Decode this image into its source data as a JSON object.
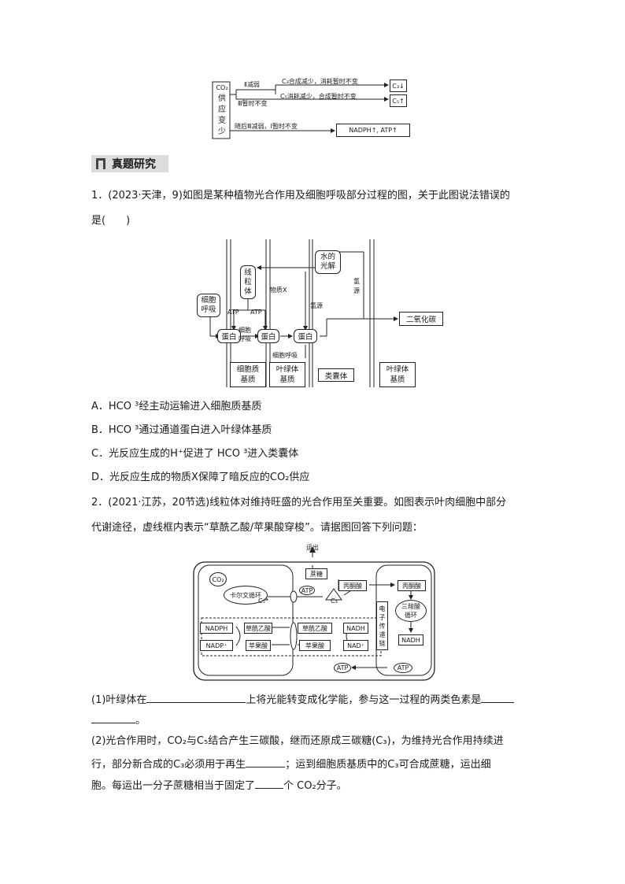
{
  "top_diagram": {
    "left_box": [
      "CO₂",
      "供",
      "应",
      "变",
      "少"
    ],
    "branch1": "Ⅱ减弱",
    "branch2": "Ⅲ暂时不变",
    "branch3": "随后Ⅲ减弱，Ⅰ暂时不变",
    "c3_line": "C₃合成减少，消耗暂时不变",
    "c5_line": "C₅消耗减少，合成暂时不变",
    "c3_result": "C₃↓",
    "c5_result": "C₅↑",
    "nadph_result": "NADPH↑, ATP↑"
  },
  "section": {
    "title": "真题研究"
  },
  "q1": {
    "stem_line1": "1．(2023·天津，9)如图是某种植物光合作用及细胞呼吸部分过程的图，关于此图说法错误的",
    "stem_line2": "是(　　)",
    "diagram": {
      "respiration_box": [
        "细胞",
        "呼吸"
      ],
      "mitochondrion": [
        "线",
        "粒",
        "体"
      ],
      "water_photolysis": [
        "水的",
        "光解"
      ],
      "substance_x": "物质X",
      "hydrogen_source1": "氢源",
      "hydrogen_source2": [
        "氢",
        "源"
      ],
      "atp1": "ATP",
      "atp2": "ATP",
      "protein1": "蛋白",
      "protein2": "蛋白",
      "protein3": "蛋白",
      "resp_mid": [
        "细胞",
        "呼吸"
      ],
      "resp_bottom": "细胞呼吸",
      "co2": "二氧化碳",
      "label_cytoplasm": [
        "细胞质",
        "基质"
      ],
      "label_chloro_stroma": [
        "叶绿体",
        "基质"
      ],
      "label_thylakoid": "类囊体",
      "label_chloro_stroma2": [
        "叶绿体",
        "基质"
      ]
    },
    "options": [
      "A．HCO ³经主动运输进入细胞质基质",
      "B．HCO ³通过通道蛋白进入叶绿体基质",
      "C．光反应生成的H⁺促进了 HCO ³进入类囊体",
      "D．光反应生成的物质X保障了暗反应的CO₂供应"
    ]
  },
  "q2": {
    "stem_line1": "2．(2021·江苏，20节选)线粒体对维持旺盛的光合作用至关重要。如图表示叶肉细胞中部分",
    "stem_line2": "代谢途径，虚线框内表示“草酰乙酸/苹果酸穿梭”。请据图回答下列问题：",
    "diagram": {
      "export": "运出",
      "sucrose": "蔗糖",
      "co2": "CO₂",
      "calvin": "卡尔文循环",
      "c5": "C₅",
      "c3": "C₃",
      "atp_a": "ATP",
      "pyruvate1": "丙酮酸",
      "pyruvate2": "丙酮酸",
      "etc": [
        "电",
        "子",
        "传",
        "递",
        "链"
      ],
      "tca": [
        "三羧酸",
        "循环"
      ],
      "nadph": "NADPH",
      "nadp": "NADP⁺",
      "oxaloacetate1": "草酰乙酸",
      "malate1": "苹果酸",
      "oxaloacetate2": "草酰乙酸",
      "malate2": "苹果酸",
      "nadh1": "NADH",
      "nad": "NAD⁺",
      "nadh2": "NADH",
      "atp_b": "ATP",
      "atp_c": "ATP"
    },
    "sub1_a": "(1)叶绿体在",
    "sub1_b": "上将光能转变成化学能，参与这一过程的两类色素是",
    "sub1_end": "。",
    "sub2_line1": "(2)光合作用时，CO₂与C₅结合产生三碳酸，继而还原成三碳糖(C₃)，为维持光合作用持续进",
    "sub2_line2a": "行，部分新合成的C₃必须用于再生",
    "sub2_line2b": "；运到细胞质基质中的C₃可合成蔗糖，运出细",
    "sub2_line3a": "胞。每运出一分子蔗糖相当于固定了",
    "sub2_line3b": "个 CO₂分子。"
  }
}
